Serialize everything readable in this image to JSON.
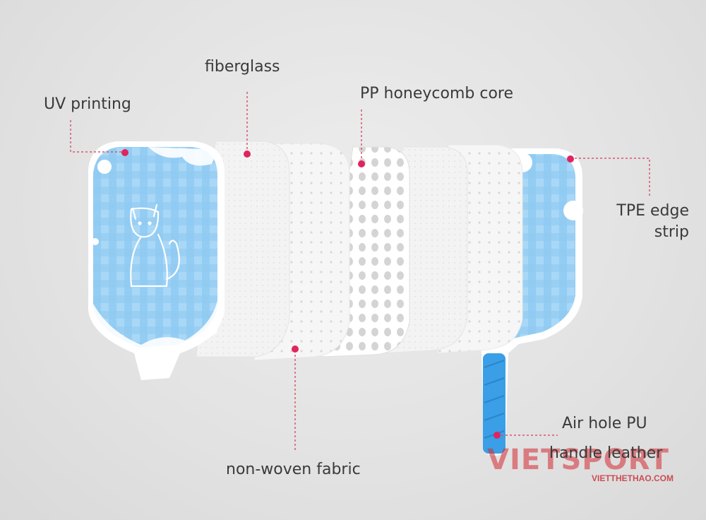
{
  "labels": {
    "uv_printing": "UV printing",
    "fiberglass": "fiberglass",
    "pp_core": "PP honeycomb core",
    "tpe_edge": "TPE edge strip",
    "air_hole": "Air hole PU",
    "handle_leather": "handle leather",
    "non_woven": "non-woven fabric"
  },
  "watermark": {
    "brand": "VIETSPORT",
    "url": "VIETTHETHAO.COM"
  },
  "colors": {
    "accent_dot": "#e0245e",
    "leader_line": "#d7566f",
    "paddle_blue": "#8ec8f0",
    "grip_blue": "#3a9fe6",
    "layer_white": "#f7f7f7"
  }
}
